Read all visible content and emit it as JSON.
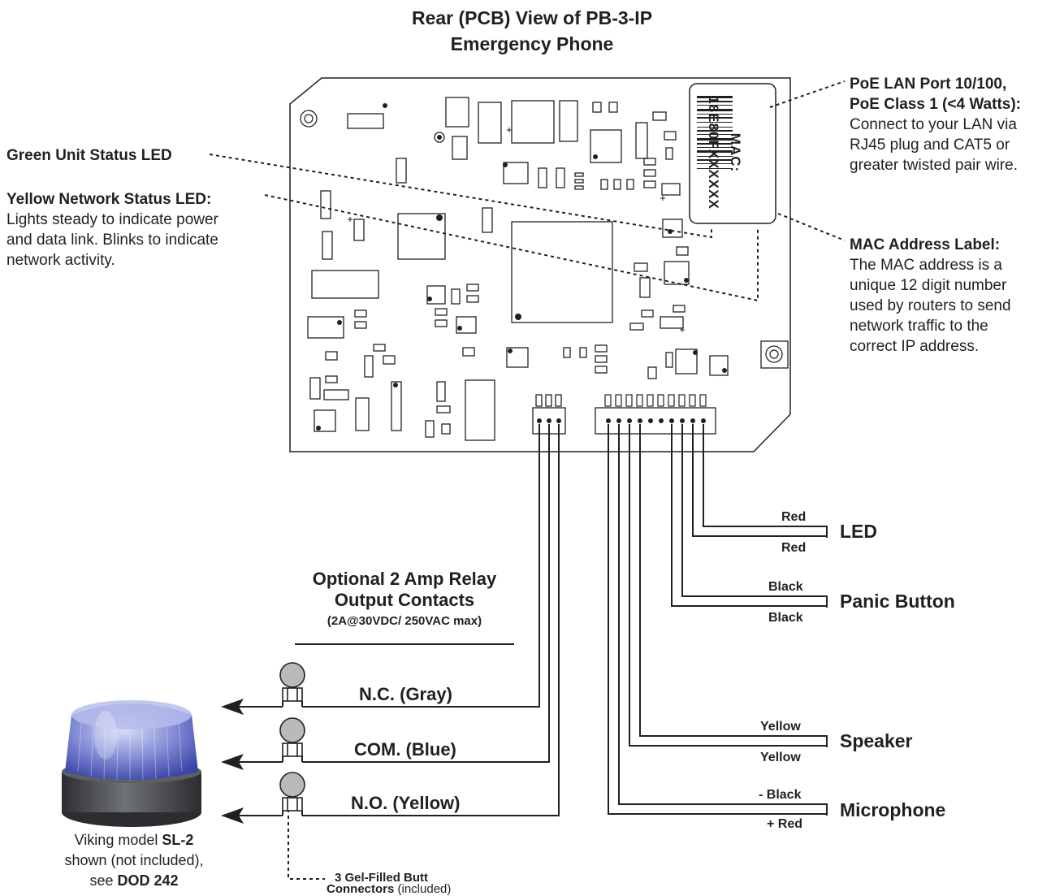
{
  "title": {
    "line1": "Rear (PCB) View of PB-3-IP",
    "line2": "Emergency Phone"
  },
  "callouts": {
    "poe": {
      "heading1": "PoE LAN Port 10/100,",
      "heading2": "PoE Class 1 (<4 Watts):",
      "body": [
        "Connect to your LAN via",
        "RJ45 plug and CAT5 or",
        "greater twisted pair wire."
      ]
    },
    "mac": {
      "heading": "MAC Address Label:",
      "body": [
        "The MAC address is a",
        "unique 12 digit number",
        "used by routers to send",
        "network traffic to the",
        "correct IP address."
      ]
    },
    "green_led": {
      "heading": "Green Unit Status LED"
    },
    "yellow_led": {
      "heading": "Yellow Network Status LED:",
      "body": [
        "Lights steady to indicate power",
        "and data link. Blinks to indicate",
        "network activity."
      ]
    }
  },
  "mac_label": {
    "line1": "MAC:",
    "line2": "18E80FXXXXXX"
  },
  "connections": {
    "led": {
      "label": "LED",
      "wire_top": "Red",
      "wire_bottom": "Red"
    },
    "panic": {
      "label": "Panic Button",
      "wire_top": "Black",
      "wire_bottom": "Black"
    },
    "speaker": {
      "label": "Speaker",
      "wire_top": "Yellow",
      "wire_bottom": "Yellow"
    },
    "microphone": {
      "label": "Microphone",
      "wire_top": "- Black",
      "wire_bottom": "+ Red"
    }
  },
  "relay": {
    "title1": "Optional 2 Amp Relay",
    "title2": "Output Contacts",
    "rating": "(2A@30VDC/ 250VAC max)",
    "nc": "N.C. (Gray)",
    "com": "COM. (Blue)",
    "no": "N.O. (Yellow)"
  },
  "butt_connectors": {
    "bold": "3 Gel-Filled Butt",
    "bold2": "Connectors",
    "normal": " (included)"
  },
  "strobe_caption": {
    "l1_prefix": "Viking model ",
    "l1_bold": "SL-2",
    "l2": "shown (not included),",
    "l3_prefix": "see ",
    "l3_bold": "DOD 242"
  },
  "colors": {
    "ink": "#231f20",
    "strobe_blue": "#4a56b8",
    "strobe_base": "#4b4d50"
  }
}
